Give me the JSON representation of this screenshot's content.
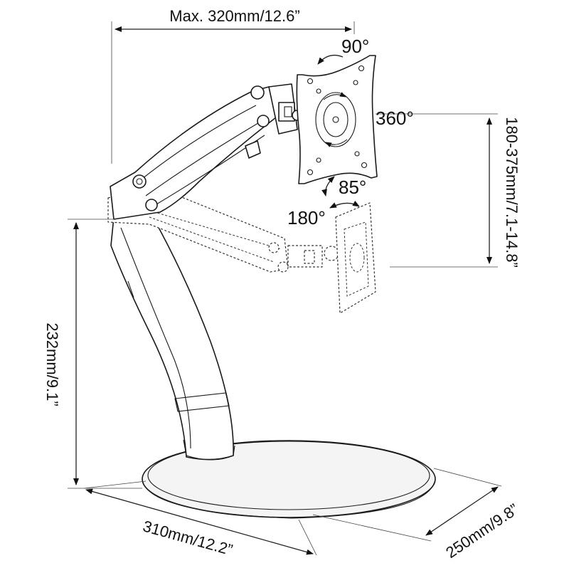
{
  "dimensions": {
    "reach": "Max. 320mm/12.6”",
    "height_range": "180-375mm/7.1-14.8”",
    "pole_height": "232mm/9.1”",
    "base_width": "310mm/12.2”",
    "base_depth": "250mm/9.8”"
  },
  "rotations": {
    "tilt": "90°",
    "rotate": "360°",
    "swivel_tilt": "85°",
    "swivel": "180°"
  }
}
